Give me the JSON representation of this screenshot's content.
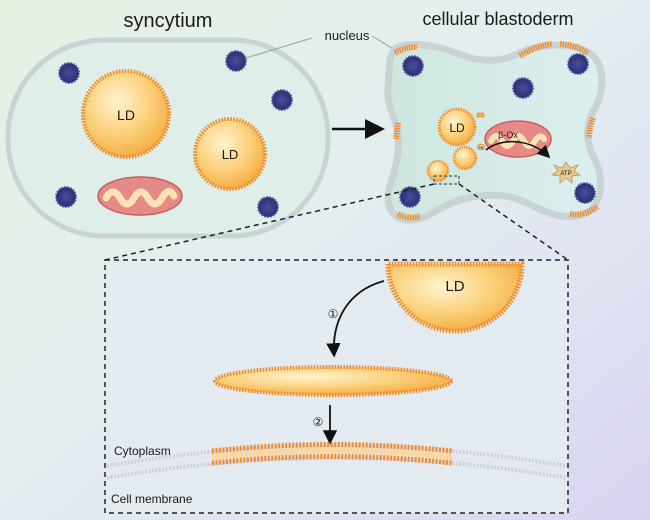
{
  "titles": {
    "left": "syncytium",
    "right": "cellular blastoderm"
  },
  "labels": {
    "nucleus": "nucleus",
    "ld_large": "LD",
    "ld_small": "LD",
    "ld_blastoderm": "LD",
    "ld_inset": "LD",
    "beta_ox": "β-Ox",
    "atp": "ATP",
    "fa": "FA",
    "step1": "①",
    "step2": "②",
    "cytoplasm": "Cytoplasm",
    "cell_membrane": "Cell membrane"
  },
  "colors": {
    "lipid_droplet": "#f9b94e",
    "droplet_rim": "#f08a2c",
    "nucleus": "#3b3f8f",
    "mitochondria": "#e58a86",
    "cell_fill": "#d9ece6",
    "membrane": "#c8c8d6"
  }
}
